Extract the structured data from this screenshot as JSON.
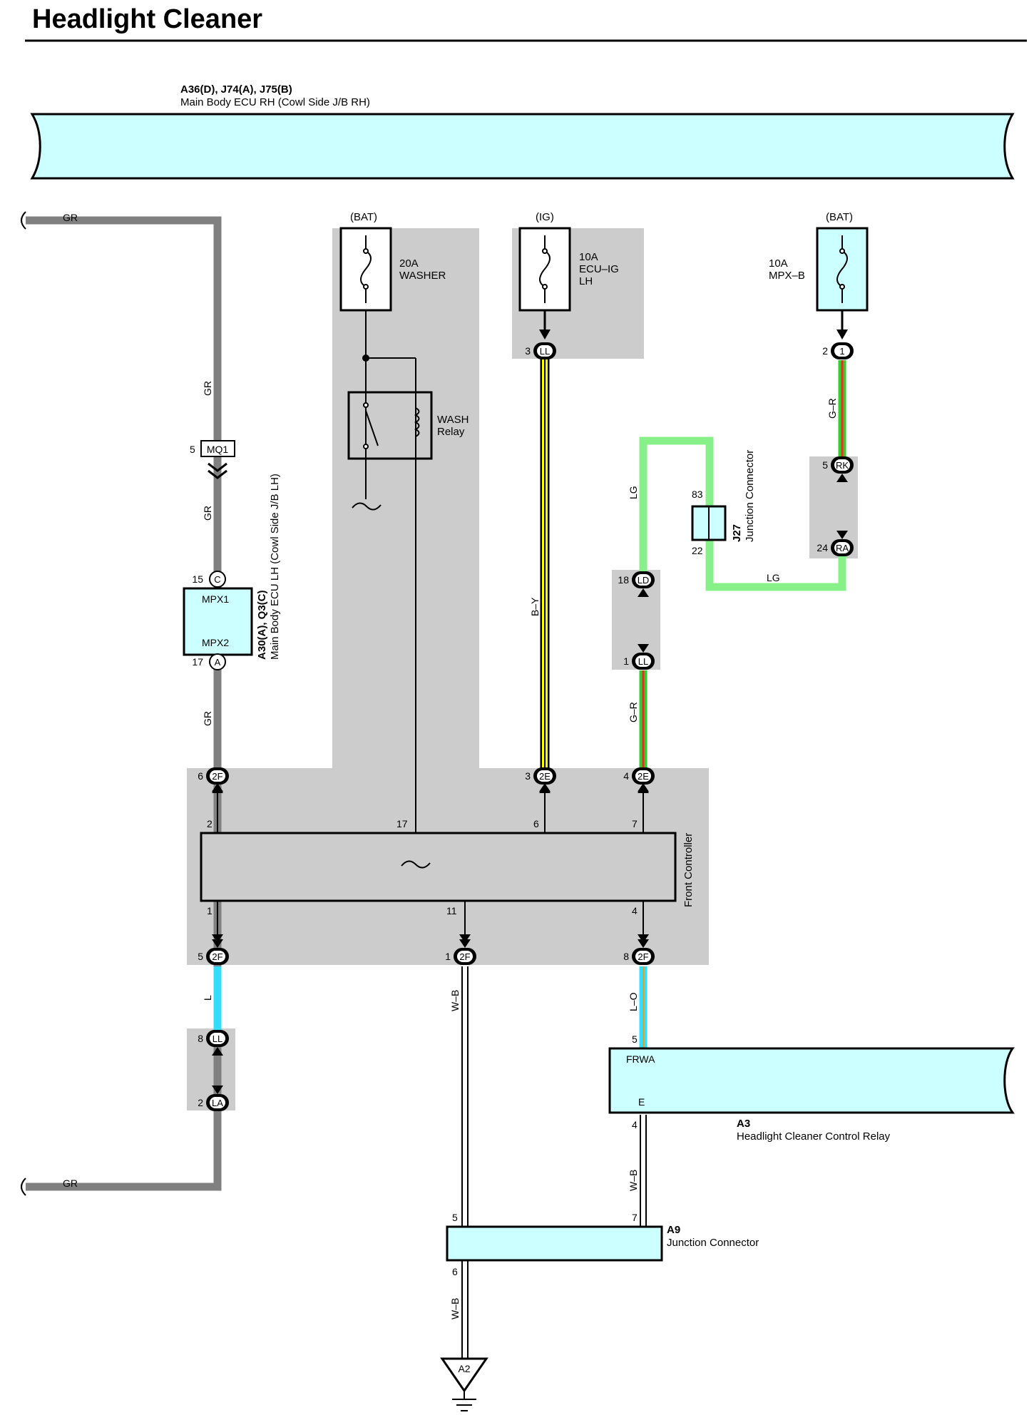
{
  "title": "Headlight Cleaner",
  "colors": {
    "component_fill": "#ccffff",
    "shade": "#cccccc",
    "wire_gr": "#808080",
    "wire_lg": "#88f088",
    "wire_g": "#33cc33",
    "wire_r": "#ff2222",
    "wire_y": "#ffff00",
    "wire_l": "#33ddff",
    "wire_o": "#ff9900"
  },
  "main_body_ecu_rh": {
    "code": "A36(D), J74(A), J75(B)",
    "name": "Main Body ECU RH (Cowl Side J/B RH)"
  },
  "power": {
    "bat1": "(BAT)",
    "ig": "(IG)",
    "bat2": "(BAT)",
    "washer_fuse": {
      "amps": "20A",
      "name": "WASHER"
    },
    "ecu_ig_fuse": {
      "amps": "10A",
      "name1": "ECU–IG",
      "name2": "LH"
    },
    "mpxb_fuse": {
      "amps": "10A",
      "name": "MPX–B"
    }
  },
  "wash_relay": {
    "name1": "WASH",
    "name2": "Relay"
  },
  "main_body_ecu_lh": {
    "code": "A30(A), Q3(C)",
    "name": "Main Body ECU LH (Cowl Side J/B LH)",
    "mpx1": "MPX1",
    "mpx2": "MPX2"
  },
  "junction_j27": {
    "code": "J27",
    "name": "Junction Connector"
  },
  "front_controller": {
    "name": "Front Controller"
  },
  "relay_a3": {
    "code": "A3",
    "name": "Headlight Cleaner Control Relay",
    "frwa": "FRWA",
    "e": "E"
  },
  "junction_a9": {
    "code": "A9",
    "name": "Junction Connector"
  },
  "ground": "A2",
  "wires": {
    "gr_top": "GR",
    "gr_1": "GR",
    "gr_2": "GR",
    "gr_3": "GR",
    "gr_bottom": "GR",
    "by": "B–Y",
    "lg_1": "LG",
    "lg_2": "LG",
    "gr_mpx": "G–R",
    "gr_ll": "G–R",
    "l": "L",
    "wb_1": "W–B",
    "lo": "L–O",
    "wb_2": "W–B",
    "wb_3": "W–B"
  },
  "connectors": {
    "mq1": {
      "id": "MQ1",
      "pin": "5"
    },
    "c": {
      "id": "C",
      "pin": "15"
    },
    "a": {
      "id": "A",
      "pin": "17"
    },
    "ll_ig": {
      "id": "LL",
      "pin": "3"
    },
    "mpx_1": {
      "id": "1",
      "pin": "2"
    },
    "rk": {
      "id": "RK",
      "pin": "5"
    },
    "ra": {
      "id": "RA",
      "pin": "24"
    },
    "ld": {
      "id": "LD",
      "pin": "18"
    },
    "ll_mid": {
      "id": "LL",
      "pin": "1"
    },
    "fc_2f_top": {
      "id": "2F",
      "pin": "6"
    },
    "fc_2e_3": {
      "id": "2E",
      "pin": "3"
    },
    "fc_2e_4": {
      "id": "2E",
      "pin": "4"
    },
    "fc_2f_5": {
      "id": "2F",
      "pin": "5"
    },
    "fc_2f_1": {
      "id": "2F",
      "pin": "1"
    },
    "fc_2f_8": {
      "id": "2F",
      "pin": "8"
    },
    "ll_bot": {
      "id": "LL",
      "pin": "8"
    },
    "la": {
      "id": "LA",
      "pin": "2"
    }
  },
  "pins": {
    "j27_83": "83",
    "j27_22": "22",
    "fc_2": "2",
    "fc_17": "17",
    "fc_6": "6",
    "fc_7": "7",
    "fc_1": "1",
    "fc_11": "11",
    "fc_4": "4",
    "a3_5": "5",
    "a3_4": "4",
    "a9_5": "5",
    "a9_7": "7",
    "a9_6": "6"
  }
}
